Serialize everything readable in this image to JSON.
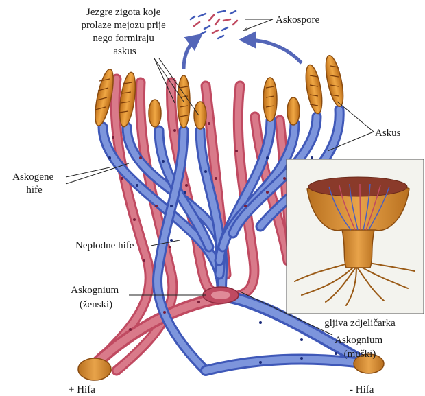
{
  "labels": {
    "zygote_nuclei": [
      "Jezgre zigota koje",
      "prolaze mejozu prije",
      "nego formiraju",
      "askus"
    ],
    "ascospores": "Askospore",
    "ascus": "Askus",
    "ascogenous_hyphae": [
      "Askogene",
      "hife"
    ],
    "sterile_hyphae": "Neplodne hife",
    "ascogonium_female": [
      "Askognium",
      "(ženski)"
    ],
    "ascogonium_male": [
      "Askognium",
      "(muški)"
    ],
    "cup_fungus": "gljiva zdjeličarka",
    "plus_hypha": "+ Hifa",
    "minus_hypha": "- Hifa"
  },
  "colors": {
    "female_hypha": "#c04a61",
    "male_hypha": "#3f58b8",
    "ascus": "#d68a2a",
    "arrow": "#5466b8"
  }
}
